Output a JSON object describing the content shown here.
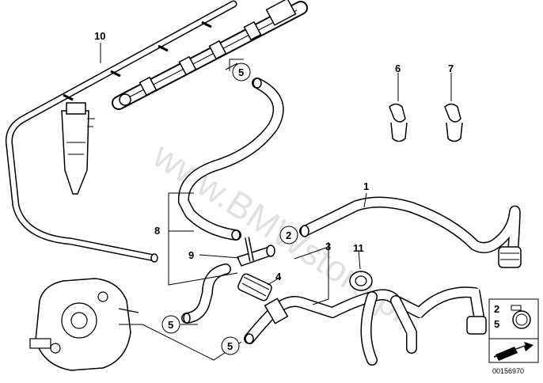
{
  "watermark": "www.BMWstore.pl",
  "document_number": "00156970",
  "labels": {
    "p1": "1",
    "p2": "2",
    "p3": "3",
    "p4": "4",
    "p6": "6",
    "p7": "7",
    "p8": "8",
    "p9": "9",
    "p10": "10",
    "p11": "11"
  },
  "callouts": {
    "c5_top": "5",
    "c2": "2",
    "c5_left": "5",
    "c5_bottom": "5"
  },
  "legend": {
    "top": "2",
    "bottom": "5"
  }
}
